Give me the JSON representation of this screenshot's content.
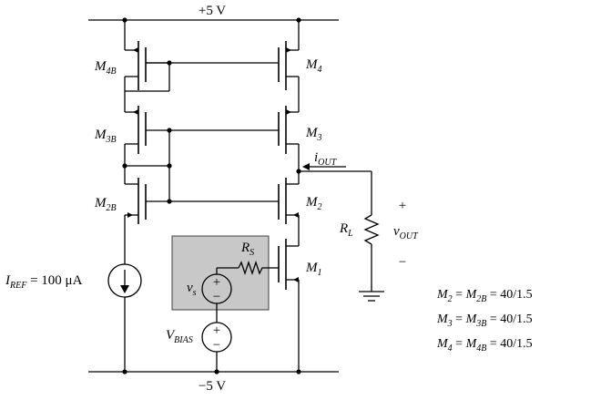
{
  "rails": {
    "top": "+5 V",
    "bottom": "−5 V"
  },
  "transistors": {
    "m4b": {
      "sym": "M",
      "sub": "4B"
    },
    "m3b": {
      "sym": "M",
      "sub": "3B"
    },
    "m2b": {
      "sym": "M",
      "sub": "2B"
    },
    "m4": {
      "sym": "M",
      "sub": "4"
    },
    "m3": {
      "sym": "M",
      "sub": "3"
    },
    "m2": {
      "sym": "M",
      "sub": "2"
    },
    "m1": {
      "sym": "M",
      "sub": "1"
    }
  },
  "iref": {
    "sym": "I",
    "sub": "REF",
    "value": " = 100 μA"
  },
  "iout": {
    "sym": "i",
    "sub": "OUT"
  },
  "rl": {
    "sym": "R",
    "sub": "L"
  },
  "rs": {
    "sym": "R",
    "sub": "S"
  },
  "vs": {
    "sym": "v",
    "sub": "s"
  },
  "vbias": {
    "sym": "V",
    "sub": "BIAS"
  },
  "vout": {
    "sym": "v",
    "sub": "OUT",
    "plus": "+",
    "minus": "−"
  },
  "source_signs": {
    "plus": "+",
    "minus": "−"
  },
  "specs": [
    {
      "m": "M",
      "sub1": "2",
      "eq": " = ",
      "m2": "M",
      "sub2": "2B",
      "value": " = 40/1.5"
    },
    {
      "m": "M",
      "sub1": "3",
      "eq": " = ",
      "m2": "M",
      "sub2": "3B",
      "value": " = 40/1.5"
    },
    {
      "m": "M",
      "sub1": "4",
      "eq": " = ",
      "m2": "M",
      "sub2": "4B",
      "value": " = 40/1.5"
    }
  ],
  "colors": {
    "box_fill": "#c8c8c8",
    "box_stroke": "#404040"
  }
}
